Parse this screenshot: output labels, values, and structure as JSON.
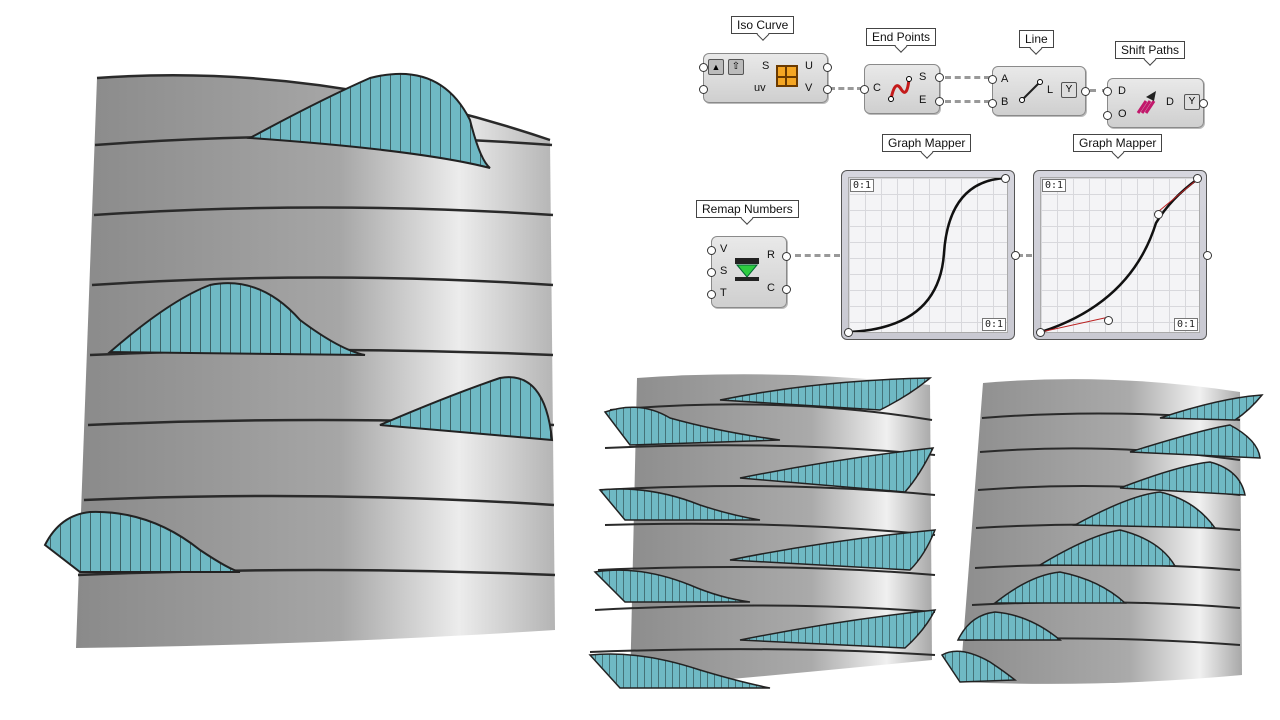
{
  "components": {
    "iso_curve": {
      "label": "Iso Curve",
      "inputs": [
        "S",
        "uv"
      ],
      "outputs": [
        "U",
        "V"
      ]
    },
    "end_points": {
      "label": "End Points",
      "inputs": [
        "C"
      ],
      "outputs": [
        "S",
        "E"
      ]
    },
    "line": {
      "label": "Line",
      "inputs": [
        "A",
        "B"
      ],
      "outputs": [
        "L"
      ]
    },
    "shift_paths": {
      "label": "Shift Paths",
      "inputs": [
        "D",
        "O"
      ],
      "outputs": [
        "D"
      ]
    },
    "remap_numbers": {
      "label": "Remap Numbers",
      "inputs": [
        "V",
        "S",
        "T"
      ],
      "outputs": [
        "R",
        "C"
      ]
    },
    "graph_mapper_1": {
      "label": "Graph Mapper",
      "range_top": "0:1",
      "range_bottom": "0:1"
    },
    "graph_mapper_2": {
      "label": "Graph Mapper",
      "range_top": "0:1",
      "range_bottom": "0:1"
    }
  },
  "colors": {
    "panel_teal": "#6fb9c4",
    "concrete": "#9a9a9a"
  }
}
